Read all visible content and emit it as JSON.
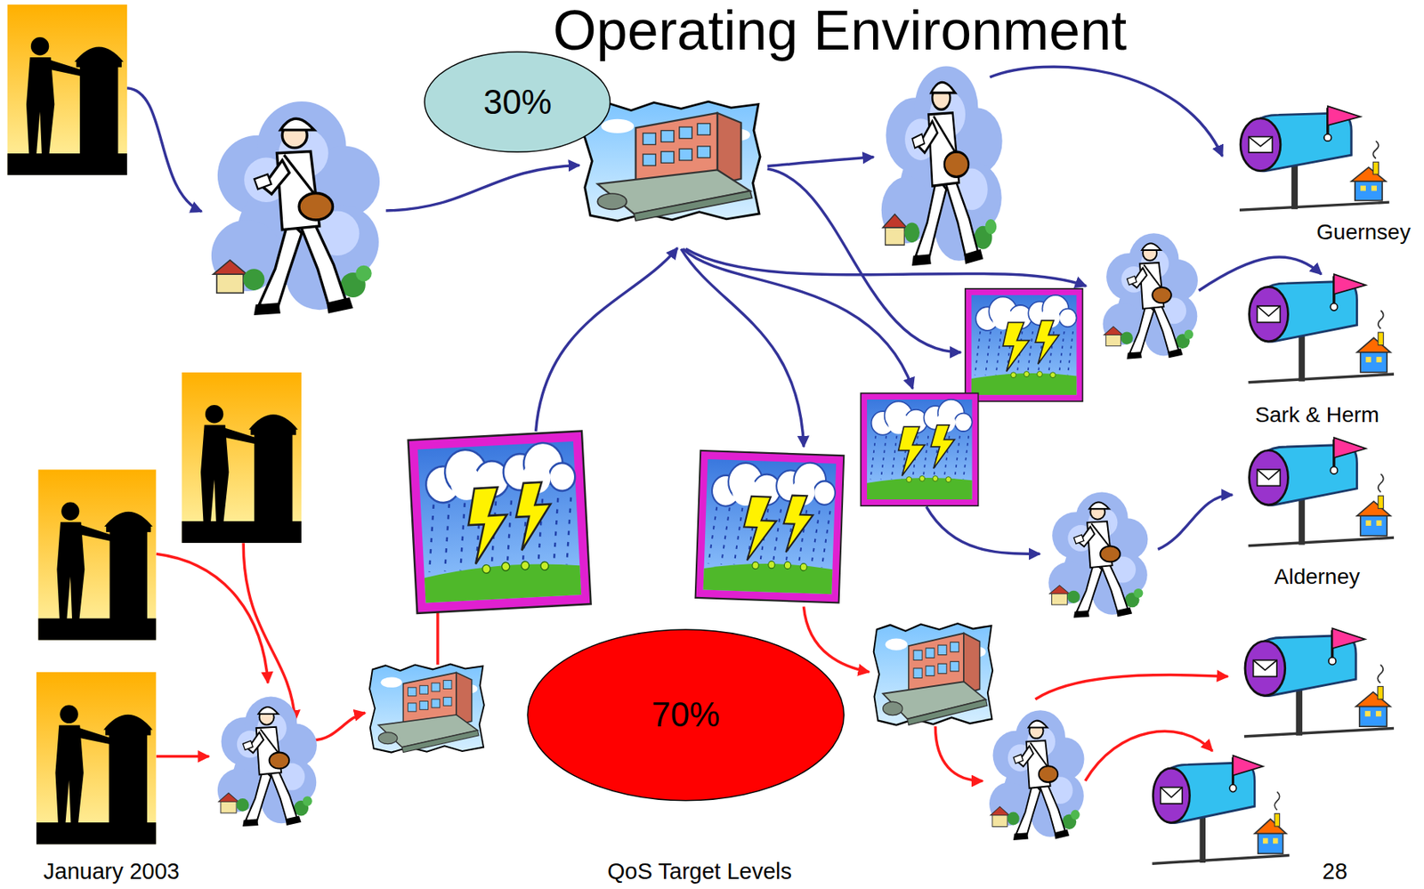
{
  "diagram": {
    "title": "Operating Environment",
    "nodes": [
      {
        "text": [
          "30%"
        ]
      },
      {
        "text": [
          "70%"
        ]
      }
    ],
    "labels": [
      "Guernsey",
      "Sark & Herm",
      "Alderney",
      "January 2003",
      "QoS Target Levels",
      "28"
    ]
  }
}
